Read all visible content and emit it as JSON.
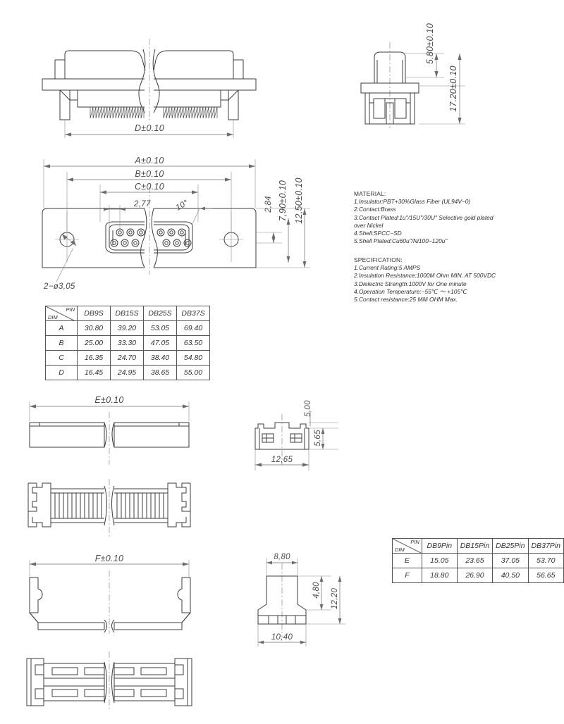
{
  "drawing": {
    "title": "D-SUB connector outline drawing",
    "views": {
      "top_left": {
        "name": "side-view-receptacle",
        "dim_D": "D±0.10"
      },
      "top_right": {
        "name": "end-view-receptacle",
        "dim_height_top": "5.80±0.10",
        "dim_height_total": "17.20±0.10"
      },
      "middle_left": {
        "name": "front-view-receptacle",
        "dim_A": "A±0.10",
        "dim_B": "B±0.10",
        "dim_C": "C±0.10",
        "dim_pitch": "2,77",
        "dim_angle": "10°",
        "dim_hole": "2−ø3,05",
        "dim_v1": "2,84",
        "dim_v2": "7,90±0.10",
        "dim_v3": "12,50±0.10"
      },
      "lower_left_top": {
        "name": "top-view-idc-cover",
        "dim_E": "E±0.10"
      },
      "lower_right_top": {
        "name": "end-view-idc-cover",
        "dim_5_00": "5,00",
        "dim_5_65": "5,65",
        "dim_12_65": "12,65"
      },
      "lower_left_mid": {
        "name": "plan-view-idc-body"
      },
      "lower_left_F": {
        "name": "side-view-idc-body",
        "dim_F": "F±0.10"
      },
      "lower_right_bottom": {
        "name": "end-view-idc-body",
        "dim_8_80": "8,80",
        "dim_4_80": "4,80",
        "dim_12_20": "12,20",
        "dim_10_40": "10,40"
      },
      "bottom_left": {
        "name": "bottom-view-idc-body"
      }
    }
  },
  "material": {
    "heading": "MATERIAL:",
    "lines": [
      "1.Insulator:PBT+30%Glass Fiber (UL94V−0)",
      "2.Contact:Brass",
      "3.Contact Plated:1u\"/15U\"/30U\" Selective gold plated",
      "over Nickel",
      "4.Shell:SPCC−SD",
      "5.Shell Plated:Cu60u\"/Ni100−120u\""
    ]
  },
  "specification": {
    "heading": "SPECIFICATION:",
    "lines": [
      "1.Current Rating:5 AMPS",
      "2.Insulation Resistance:1000M Ohm MIN. AT 500VDC",
      "3.Dielectric Strength:1000V for One minute",
      "4.Operation   Temperature:−55℃ ～ +105℃",
      "5.Contact resistance:25 Milli OHM Max."
    ]
  },
  "table_a": {
    "name": "dimension-table-abcd",
    "corner_pin": "PIN",
    "corner_dim": "DIM",
    "columns": [
      "DB9S",
      "DB15S",
      "DB25S",
      "DB37S"
    ],
    "rows": [
      {
        "label": "A",
        "values": [
          "30.80",
          "39.20",
          "53.05",
          "69.40"
        ]
      },
      {
        "label": "B",
        "values": [
          "25.00",
          "33.30",
          "47.05",
          "63.50"
        ]
      },
      {
        "label": "C",
        "values": [
          "16.35",
          "24.70",
          "38.40",
          "54.80"
        ]
      },
      {
        "label": "D",
        "values": [
          "16.45",
          "24.95",
          "38.65",
          "55.00"
        ]
      }
    ]
  },
  "table_b": {
    "name": "dimension-table-ef",
    "corner_pin": "PIN",
    "corner_dim": "DIM",
    "columns": [
      "DB9Pin",
      "DB15Pin",
      "DB25Pin",
      "DB37Pin"
    ],
    "rows": [
      {
        "label": "E",
        "values": [
          "15.05",
          "23.65",
          "37.05",
          "53.70"
        ]
      },
      {
        "label": "F",
        "values": [
          "18.80",
          "26.90",
          "40.50",
          "56.65"
        ]
      }
    ]
  },
  "colors": {
    "line": "#3c3c3c",
    "dim": "#6b6b6b",
    "text": "#3a3a3a",
    "background": "#ffffff"
  }
}
